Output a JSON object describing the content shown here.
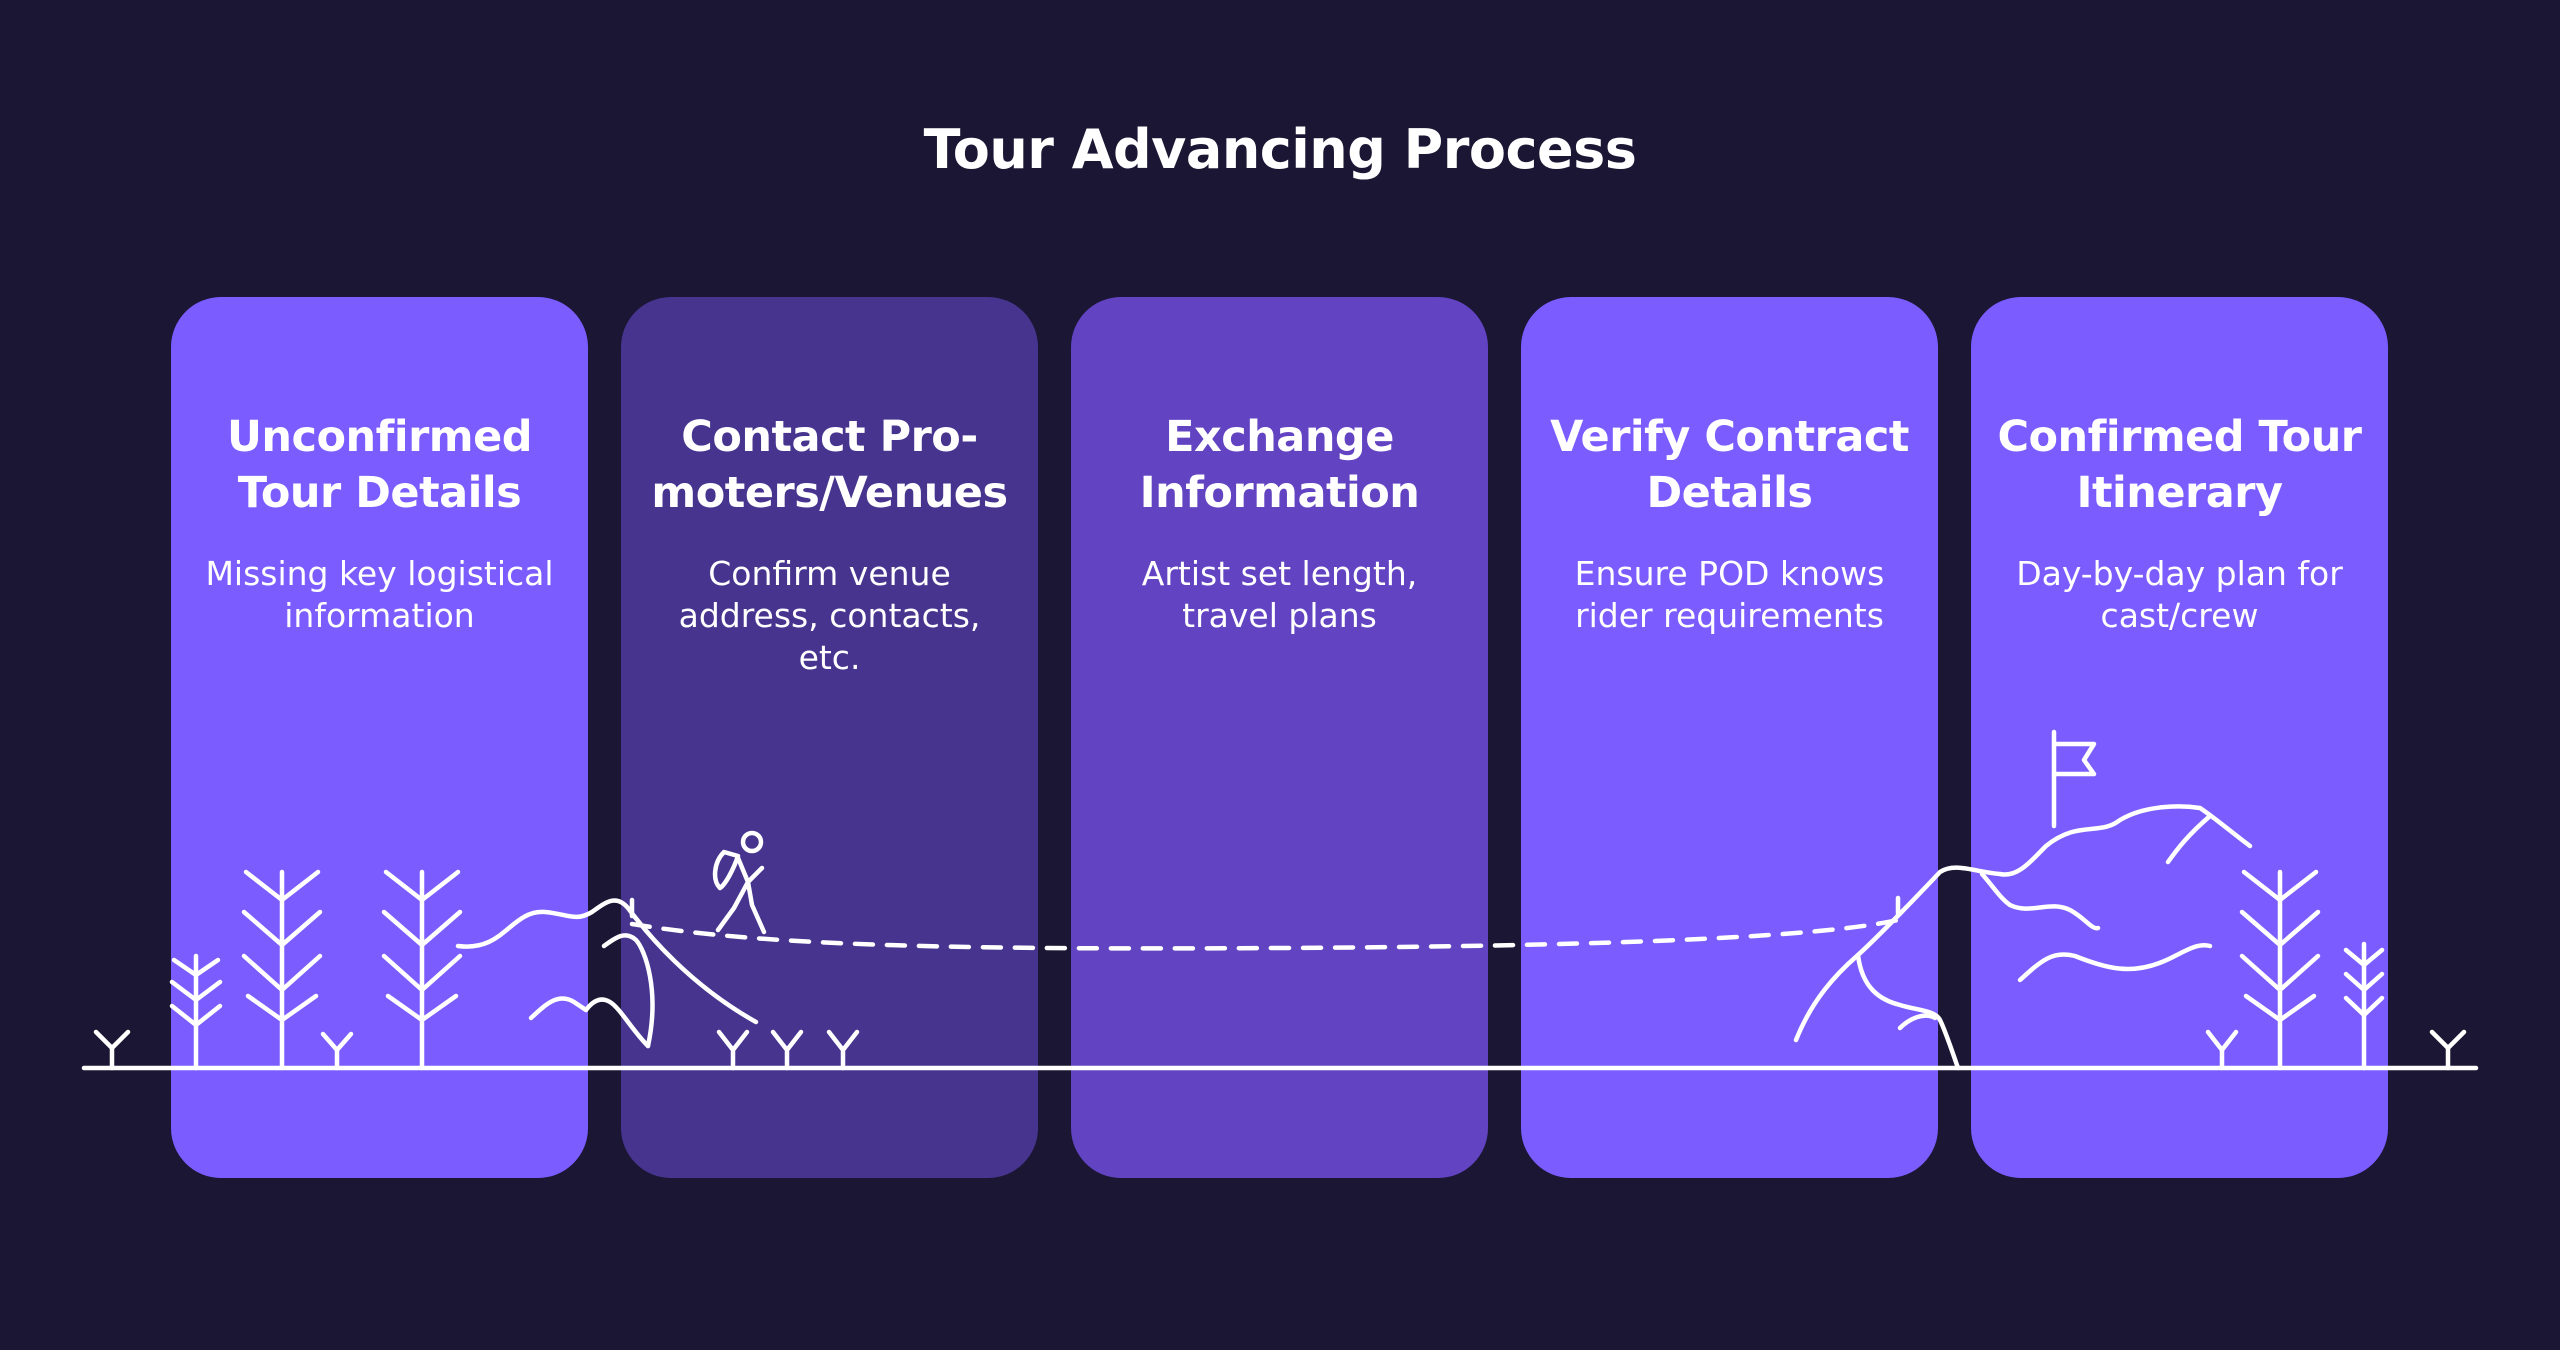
{
  "title": "Tour Advancing Process",
  "steps": [
    {
      "title": "Unconfirmed\nTour Details",
      "description": "Missing key logistical\ninformation",
      "color": "#7b5cff"
    },
    {
      "title": "Contact Pro-\nmoters/Venues",
      "description": "Confirm venue\naddress, contacts,\netc.",
      "color": "#47348f"
    },
    {
      "title": "Exchange\nInformation",
      "description": "Artist set length,\ntravel plans",
      "color": "#6243c2"
    },
    {
      "title": "Verify Contract\nDetails",
      "description": "Ensure POD knows\nrider requirements",
      "color": "#7b5cff"
    },
    {
      "title": "Confirmed Tour\nItinerary",
      "description": "Day-by-day plan for\ncast/crew",
      "color": "#7b5cff"
    }
  ],
  "illustration": {
    "icons": [
      "tree-icon",
      "grass-icon",
      "hill-icon",
      "hiker-icon",
      "dashed-trail-icon",
      "mountain-icon",
      "flag-icon",
      "ground-line-icon"
    ],
    "line_color": "#ffffff"
  }
}
